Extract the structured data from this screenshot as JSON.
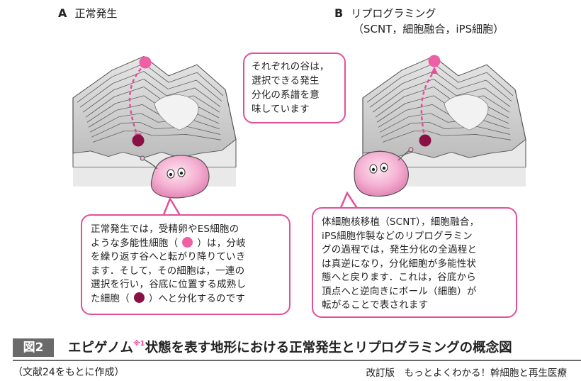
{
  "panel_a": {
    "letter": "A",
    "title": "正常発生"
  },
  "panel_b": {
    "letter": "B",
    "title": "リプログラミング",
    "subtitle": "（SCNT，細胞融合，iPS細胞）"
  },
  "top_bubble": [
    "それぞれの谷は，",
    "選択できる発生",
    "分化の系譜を意",
    "味しています"
  ],
  "bubble_a": {
    "l1": "正常発生では，受精卵やES細胞の",
    "l2a": "ような多能性細胞（",
    "l2b": "）は，分岐",
    "l3": "を繰り返す谷へと転がり降りていき",
    "l4": "ます．そして，その細胞は，一連の",
    "l5": "選択を行い，谷底に位置する成熟し",
    "l6a": "た細胞（",
    "l6b": "）へと分化するのです"
  },
  "bubble_b": [
    "体細胞核移植（SCNT），細胞融合，",
    "iPS細胞作製などのリプログラミン",
    "グの過程では，発生分化の全過程と",
    "は真逆になり，分化細胞が多能性状",
    "態へと戻ります．これは，谷底から",
    "頂点へと逆向きにボール（細胞）が",
    "転がることで表されます"
  ],
  "figure": {
    "label": "図2",
    "title_pre": "エピゲノム",
    "title_note": "※1",
    "title_post": "状態を表す地形における正常発生とリプログラミングの概念図",
    "source": "（文献24をもとに作成）",
    "book": "改訂版　もっとよくわかる！幹細胞と再生医療"
  },
  "colors": {
    "accent": "#e2509a",
    "pluripotent": "#ee5fa6",
    "mature": "#8a1144",
    "cell_body": "#f2a6cc",
    "bar": "#6a6a6a"
  }
}
